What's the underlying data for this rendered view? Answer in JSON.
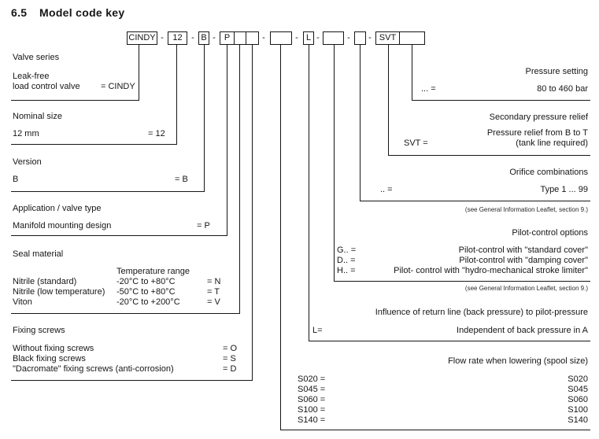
{
  "title": {
    "number": "6.5",
    "text": "Model code key"
  },
  "model_code": {
    "dash": "-",
    "segments": {
      "series": "CINDY",
      "size": "12",
      "version": "B",
      "application": "P",
      "return_line": "L",
      "secondary_relief": "SVT"
    }
  },
  "sections": {
    "valve_series": {
      "heading": "Valve series",
      "item": "Leak-free",
      "item2": "load control valve",
      "code": "= CINDY"
    },
    "nominal_size": {
      "heading": "Nominal size",
      "item": "12 mm",
      "code": "= 12"
    },
    "version": {
      "heading": "Version",
      "item": "B",
      "code": "= B"
    },
    "application": {
      "heading": "Application / valve type",
      "item": "Manifold mounting design",
      "code": "= P"
    },
    "seal_material": {
      "heading": "Seal material",
      "column_header": "Temperature range",
      "rows": [
        {
          "name": "Nitrile (standard)",
          "range": "-20°C to +80°C",
          "code": "= N"
        },
        {
          "name": "Nitrile (low temperature)",
          "range": "-50°C to +80°C",
          "code": "= T"
        },
        {
          "name": "Viton",
          "range": "-20°C to +200°C",
          "code": "= V"
        }
      ]
    },
    "fixing_screws": {
      "heading": "Fixing screws",
      "rows": [
        {
          "name": "Without fixing screws",
          "code": "= O"
        },
        {
          "name": "Black fixing screws",
          "code": "= S"
        },
        {
          "name": "\"Dacromate\" fixing screws (anti-corrosion)",
          "code": "= D"
        }
      ]
    },
    "pressure_setting": {
      "heading": "Pressure setting",
      "code": "... =",
      "value": "80 to 460 bar"
    },
    "secondary_pressure_relief": {
      "heading": "Secondary pressure relief",
      "code": "SVT =",
      "value_line1": "Pressure relief from B to T",
      "value_line2": "(tank line required)"
    },
    "orifice_combinations": {
      "heading": "Orifice combinations",
      "code": ".. =",
      "value": "Type 1 ... 99",
      "note": "(see General Information Leaflet, section 9.)"
    },
    "pilot_control": {
      "heading": "Pilot-control options",
      "rows": [
        {
          "code": "G.. =",
          "value": "Pilot-control with \"standard cover\""
        },
        {
          "code": "D.. =",
          "value": "Pilot-control with \"damping cover\""
        },
        {
          "code": "H.. =",
          "value": "Pilot- control with \"hydro-mechanical stroke limiter\""
        }
      ],
      "note": "(see General Information Leaflet, section 9.)"
    },
    "return_line": {
      "heading": "Influence of return line (back pressure) to pilot-pressure",
      "code": "L=",
      "value": "Independent of back pressure in A"
    },
    "flow_rate": {
      "heading": "Flow rate when lowering (spool size)",
      "rows": [
        {
          "code": "S020 =",
          "value": "S020"
        },
        {
          "code": "S045 =",
          "value": "S045"
        },
        {
          "code": "S060 =",
          "value": "S060"
        },
        {
          "code": "S100 =",
          "value": "S100"
        },
        {
          "code": "S140 =",
          "value": "S140"
        }
      ]
    }
  }
}
